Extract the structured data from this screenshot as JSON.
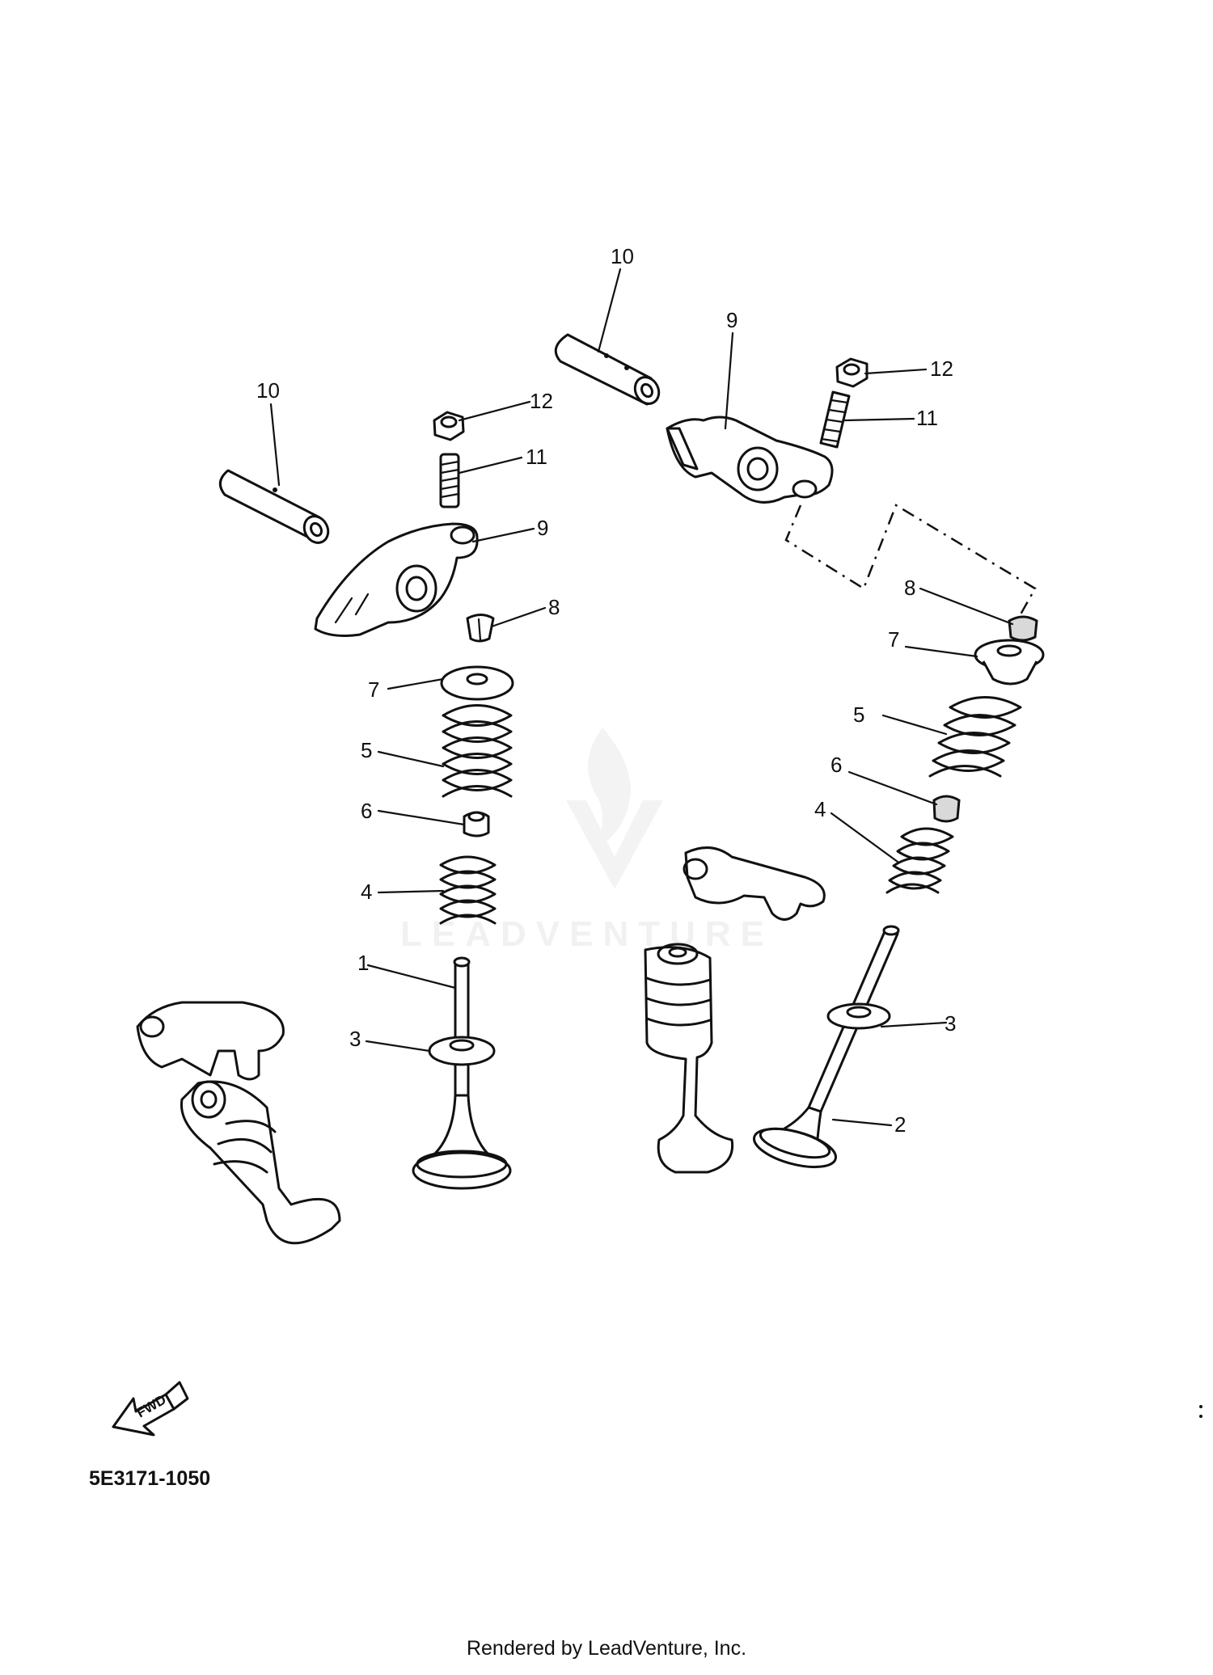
{
  "diagram": {
    "callouts": {
      "c1": "1",
      "c2": "2",
      "c3a": "3",
      "c3b": "3",
      "c4a": "4",
      "c4b": "4",
      "c5a": "5",
      "c5b": "5",
      "c6a": "6",
      "c6b": "6",
      "c7a": "7",
      "c7b": "7",
      "c8a": "8",
      "c8b": "8",
      "c9a": "9",
      "c9b": "9",
      "c10a": "10",
      "c10b": "10",
      "c11a": "11",
      "c11b": "11",
      "c12a": "12",
      "c12b": "12"
    },
    "fwd_label": "FWD",
    "code": "5E3171-1050",
    "footer": "Rendered by LeadVenture, Inc.",
    "watermark": "LEADVENTURE"
  }
}
